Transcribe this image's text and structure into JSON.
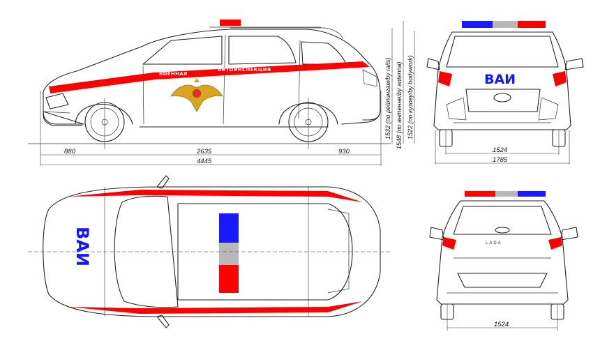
{
  "side_view": {
    "stripe_text_left": "ВОЕННАЯ",
    "stripe_text_right": "АВТОИНСПЕКЦИЯ",
    "dims": {
      "front_overhang": "880",
      "wheelbase": "2635",
      "rear_overhang": "930",
      "length": "4445"
    },
    "heights": {
      "by_rails": "1532 (по рейлингам/by rails)",
      "by_antenna": "1548 (по антенне/by antenna)",
      "by_bodywork": "1522 (по кузову/by bodywork)"
    }
  },
  "front_view": {
    "label": "ВАИ",
    "dims": {
      "track": "1524",
      "width": "1785"
    }
  },
  "top_view": {
    "label": "ВАИ"
  },
  "rear_view": {
    "brand": "LADA",
    "dims": {
      "track": "1524"
    }
  },
  "colors": {
    "stripe": "#ff0000",
    "light_blue": "#1a1aff",
    "light_red": "#ff0000",
    "light_grey": "#b8b8b8",
    "emblem_gold": "#d9a520"
  },
  "icons": [
    "military-emblem-icon",
    "lada-logo-icon",
    "light-bar-icon"
  ]
}
